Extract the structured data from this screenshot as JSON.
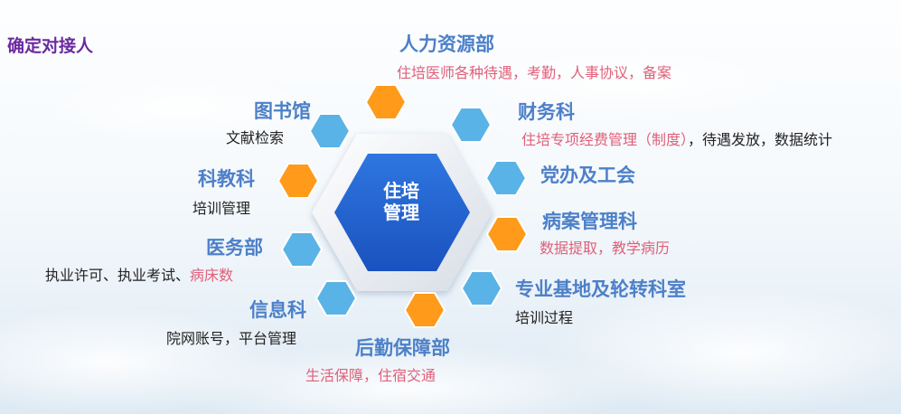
{
  "page": {
    "heading": "确定对接人"
  },
  "center": {
    "line1": "住培",
    "line2": "管理"
  },
  "departments": {
    "hr": {
      "name": "人力资源部",
      "desc": "住培医师各种待遇，考勤，人事协议，备案"
    },
    "finance": {
      "name": "财务科",
      "desc_pink": "住培专项经费管理（制度）",
      "desc_dark": "，待遇发放，数据统计"
    },
    "party": {
      "name": "党办及工会"
    },
    "records": {
      "name": "病案管理科",
      "desc": "数据提取，教学病历"
    },
    "base": {
      "name": "专业基地及轮转科室",
      "desc": "培训过程"
    },
    "logistics": {
      "name": "后勤保障部",
      "desc": "生活保障，住宿交通"
    },
    "info": {
      "name": "信息科",
      "desc": "院网账号，平台管理"
    },
    "medical": {
      "name": "医务部",
      "desc_dark": "执业许可、执业考试、",
      "desc_pink": "病床数"
    },
    "education": {
      "name": "科教科",
      "desc": "培训管理"
    },
    "library": {
      "name": "图书馆",
      "desc": "文献检索"
    }
  },
  "colors": {
    "orange": "#ff9a1a",
    "blue": "#5ab3e6",
    "center_blue": "#1e5fcf",
    "dept_title": "#4d80c8",
    "pink_text": "#e0607a",
    "heading_purple": "#6a2aa0"
  }
}
